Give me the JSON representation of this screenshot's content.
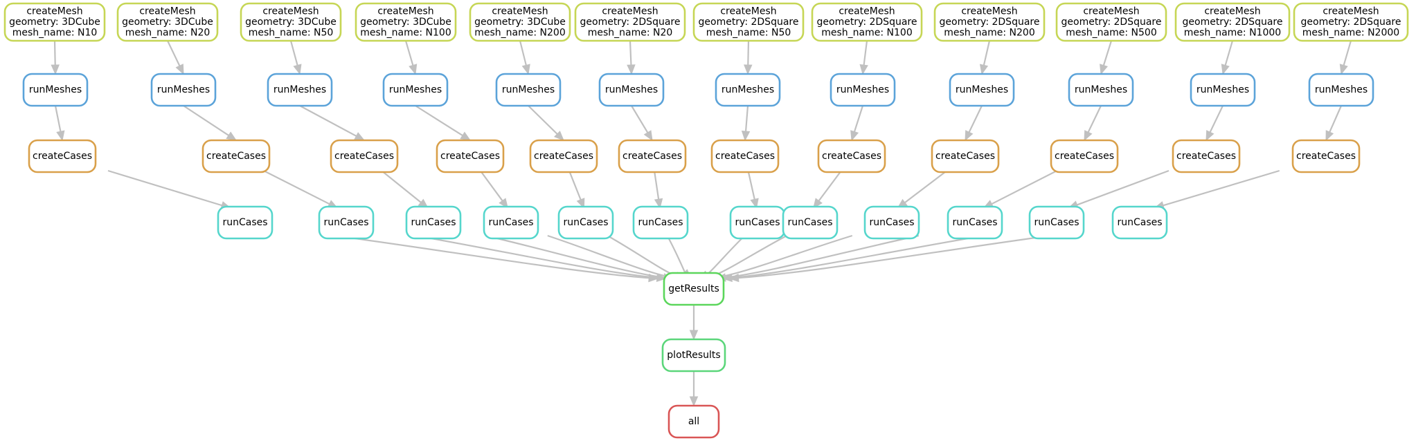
{
  "colors": {
    "createMesh": "#c6d655",
    "runMeshes": "#5ba3d9",
    "createCases": "#d9a04a",
    "runCases": "#55d6cc",
    "getResults": "#5bd65b",
    "plotResults": "#5bd67a",
    "all": "#d95555",
    "edge": "#c0c0c0"
  },
  "nodes": {
    "cm": [
      [
        "createMesh",
        "geometry: 3DCube",
        "mesh_name: N10"
      ],
      [
        "createMesh",
        "geometry: 3DCube",
        "mesh_name: N20"
      ],
      [
        "createMesh",
        "geometry: 3DCube",
        "mesh_name: N50"
      ],
      [
        "createMesh",
        "geometry: 3DCube",
        "mesh_name: N100"
      ],
      [
        "createMesh",
        "geometry: 3DCube",
        "mesh_name: N200"
      ],
      [
        "createMesh",
        "geometry: 2DSquare",
        "mesh_name: N20"
      ],
      [
        "createMesh",
        "geometry: 2DSquare",
        "mesh_name: N50"
      ],
      [
        "createMesh",
        "geometry: 2DSquare",
        "mesh_name: N100"
      ],
      [
        "createMesh",
        "geometry: 2DSquare",
        "mesh_name: N200"
      ],
      [
        "createMesh",
        "geometry: 2DSquare",
        "mesh_name: N500"
      ],
      [
        "createMesh",
        "geometry: 2DSquare",
        "mesh_name: N1000"
      ],
      [
        "createMesh",
        "geometry: 2DSquare",
        "mesh_name: N2000"
      ]
    ],
    "rm": [
      "runMeshes",
      "runMeshes",
      "runMeshes",
      "runMeshes",
      "runMeshes",
      "runMeshes",
      "runMeshes",
      "runMeshes",
      "runMeshes",
      "runMeshes",
      "runMeshes",
      "runMeshes"
    ],
    "cc": [
      "createCases",
      "createCases",
      "createCases",
      "createCases",
      "createCases",
      "createCases",
      "createCases",
      "createCases",
      "createCases",
      "createCases",
      "createCases",
      "createCases"
    ],
    "rc": [
      "runCases",
      "runCases",
      "runCases",
      "runCases",
      "runCases",
      "runCases",
      "runCases",
      "runCases",
      "runCases",
      "runCases",
      "runCases",
      "runCases"
    ],
    "getResults": "getResults",
    "plotResults": "plotResults",
    "all": "all"
  }
}
